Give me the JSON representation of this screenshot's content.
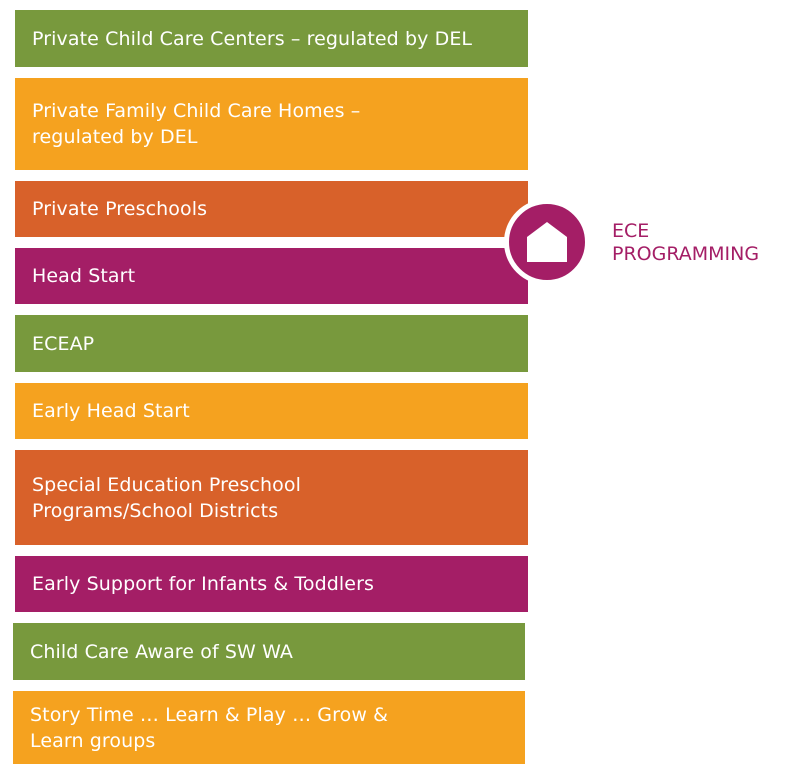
{
  "programs": [
    {
      "label": "Private Child Care Centers – regulated by DEL",
      "color": "#78993d"
    },
    {
      "label": "Private Family Child Care Homes –",
      "label2": "regulated by DEL",
      "color": "#f5a21f"
    },
    {
      "label": "Private Preschools",
      "color": "#d8612a"
    },
    {
      "label": "Head Start",
      "color": "#a41e66"
    },
    {
      "label": "ECEAP",
      "color": "#78993d"
    },
    {
      "label": "Early Head Start",
      "color": "#f5a21f"
    },
    {
      "label": "Special Education Preschool",
      "label2": "Programs/School Districts",
      "color": "#d8612a"
    },
    {
      "label": "Early Support for Infants & Toddlers",
      "color": "#a41e66"
    },
    {
      "label": "Child Care Aware of SW WA",
      "color": "#78993d"
    },
    {
      "label": "Story Time … Learn & Play … Grow &",
      "label2": "Learn groups",
      "color": "#f5a21f"
    }
  ],
  "callout": {
    "line1": "ECE",
    "line2": "PROGRAMMING",
    "icon": "house-icon",
    "color": "#a41e66"
  }
}
